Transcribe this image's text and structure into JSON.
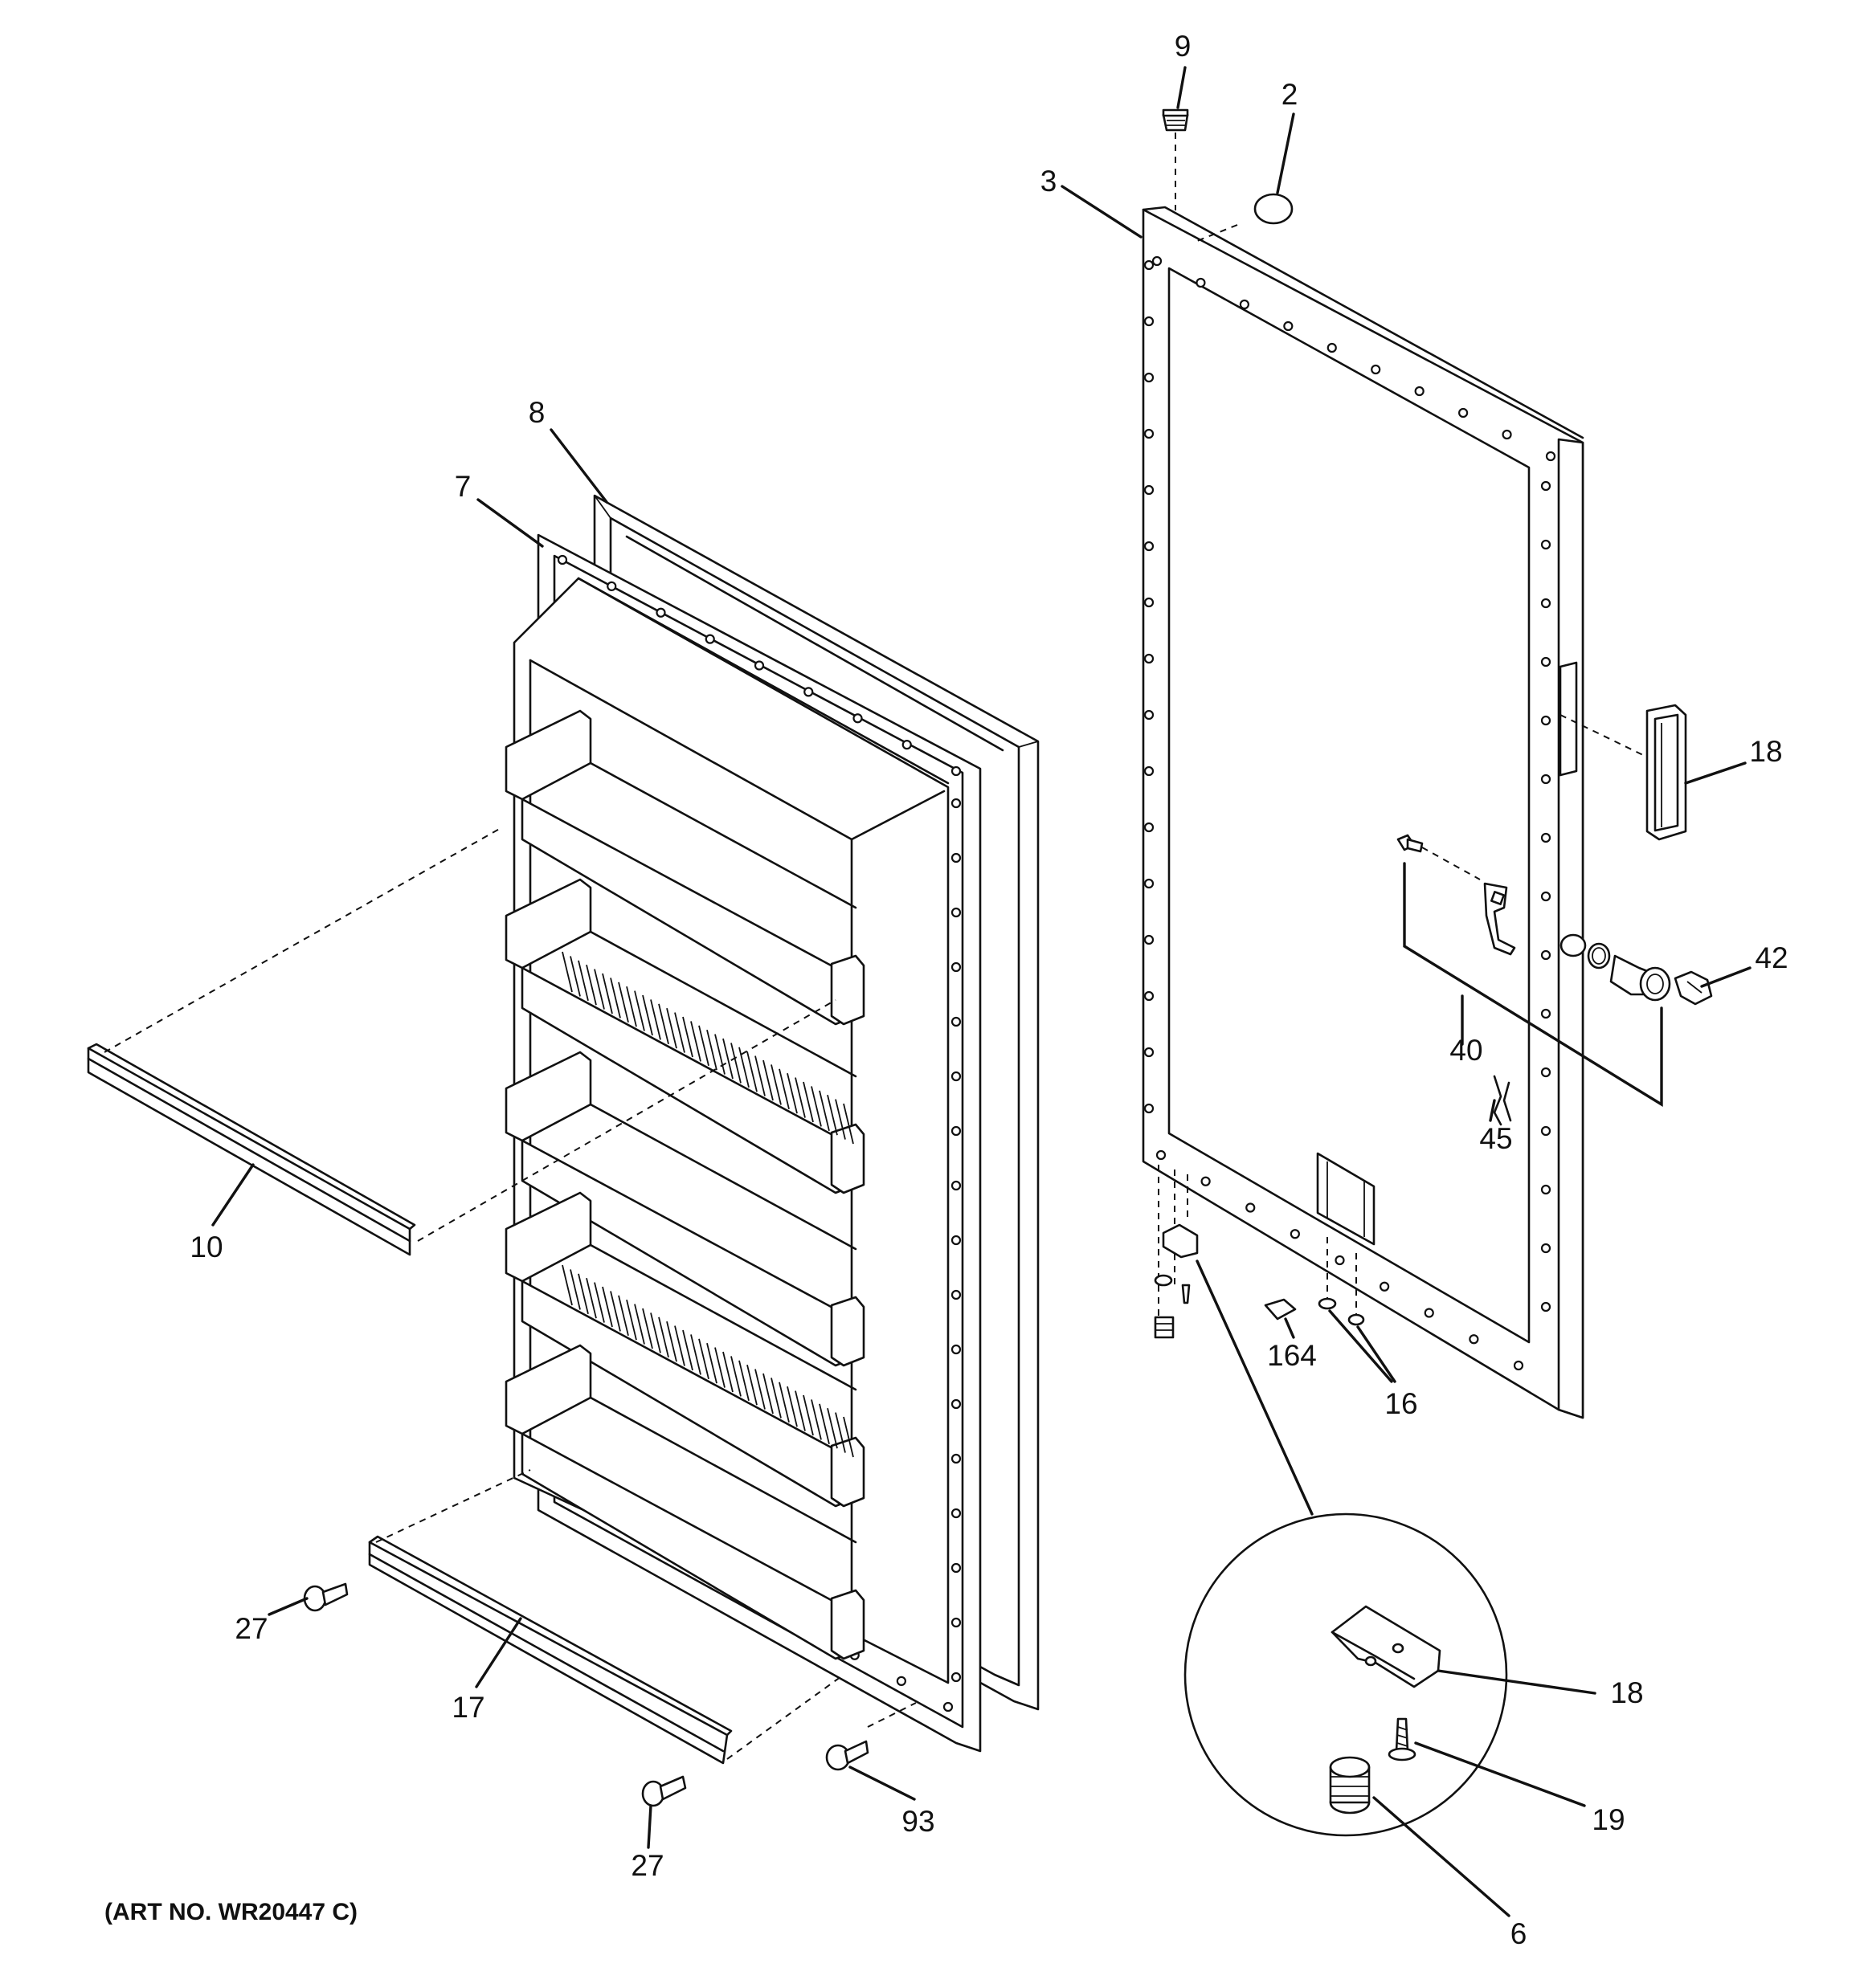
{
  "art_number": "(ART NO. WR20447 C)",
  "callouts": {
    "c9": "9",
    "c2": "2",
    "c3": "3",
    "c8": "8",
    "c7": "7",
    "c18_handle": "18",
    "c42": "42",
    "c40": "40",
    "c45": "45",
    "c10": "10",
    "c164": "164",
    "c16": "16",
    "c27_left": "27",
    "c17": "17",
    "c27_bottom": "27",
    "c93": "93",
    "c18_hinge": "18",
    "c19": "19",
    "c6": "6"
  }
}
